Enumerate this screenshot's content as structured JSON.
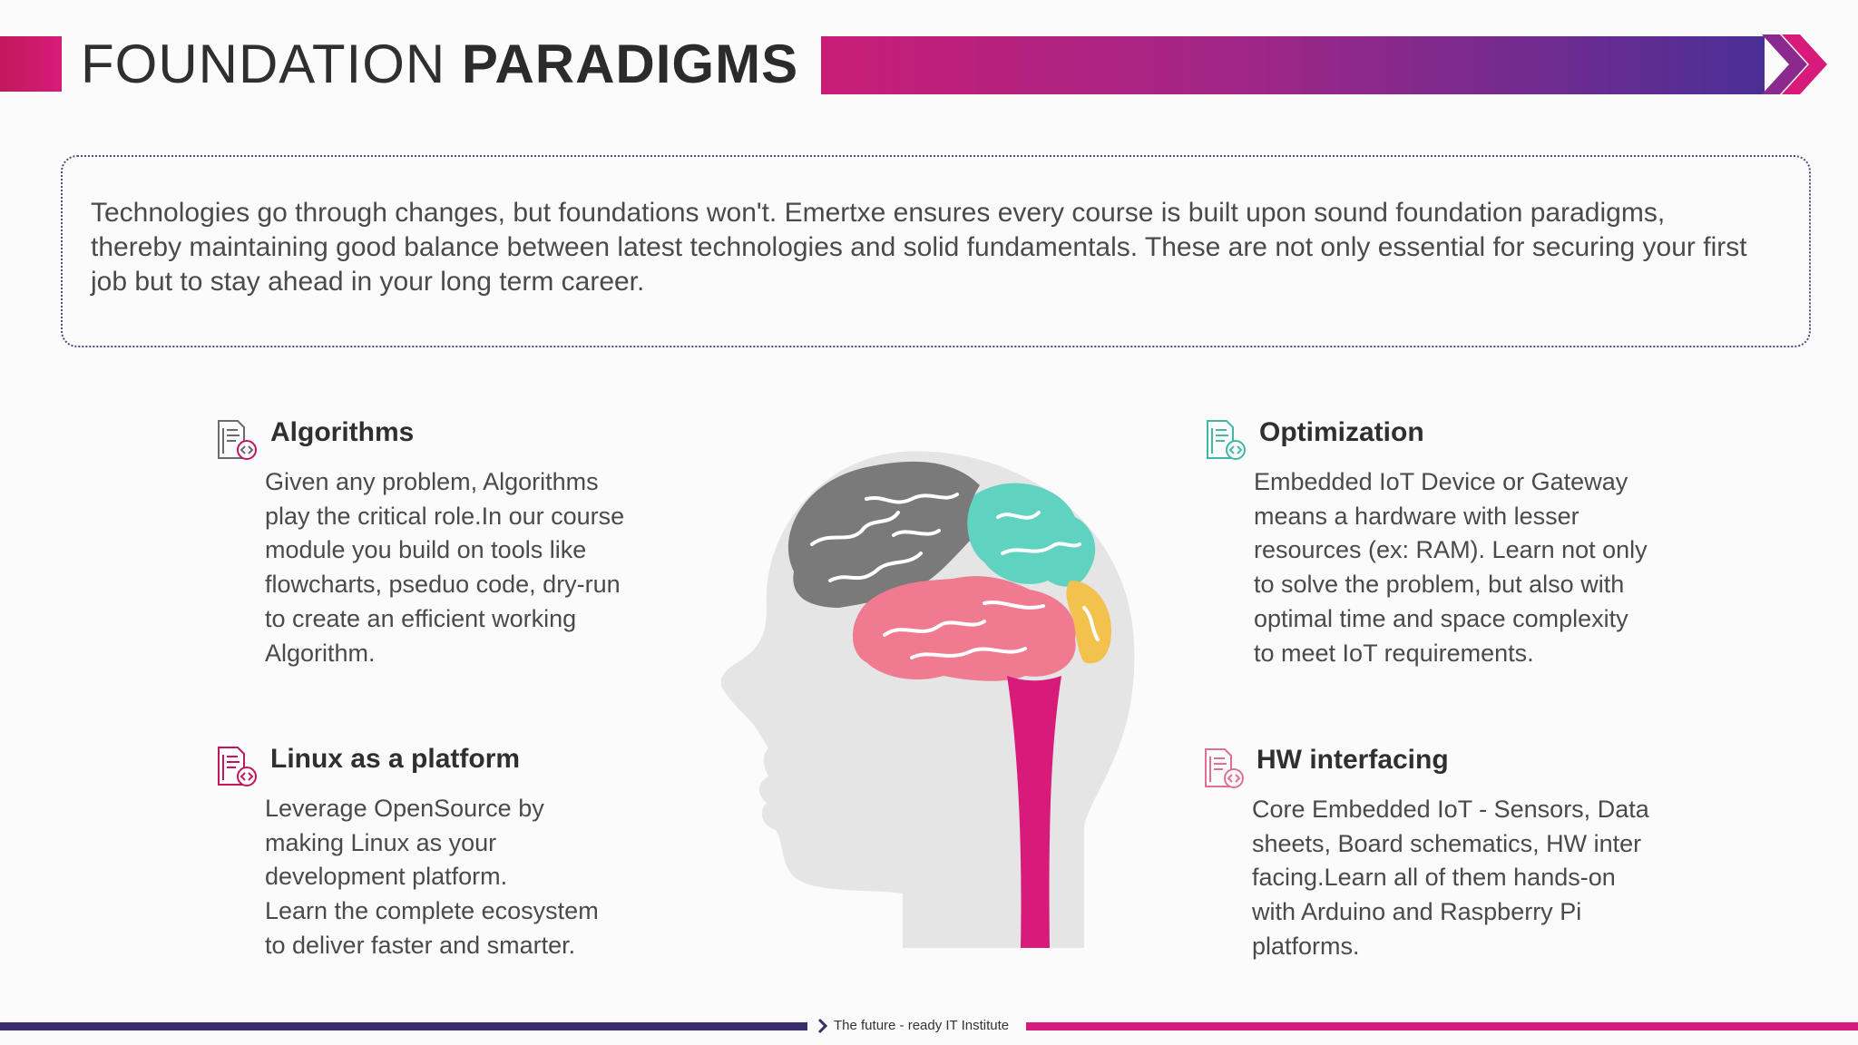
{
  "header": {
    "title_light": "FOUNDATION",
    "title_bold": "PARADIGMS"
  },
  "intro": {
    "text": "Technologies go through changes, but foundations won't. Emertxe ensures every course is built upon sound foundation paradigms, thereby maintaining good balance between latest technologies and solid fundamentals. These are not only essential for securing your first job but to stay ahead in your long term career."
  },
  "features": [
    {
      "icon": "code-document-icon",
      "title": "Algorithms",
      "body": "Given any problem, Algorithms\nplay the critical role.In our course\nmodule you build on tools like\nflowcharts, pseduo code, dry-run\nto create an efficient  working\nAlgorithm."
    },
    {
      "icon": "code-document-icon",
      "title": "Linux as a platform",
      "body": "Leverage OpenSource by\nmaking Linux as your\ndevelopment platform.\nLearn the complete ecosystem\nto deliver faster and smarter."
    },
    {
      "icon": "code-document-icon",
      "title": "Optimization",
      "body": "Embedded IoT Device or Gateway\nmeans a hardware with lesser\nresources (ex: RAM). Learn not only\nto solve the problem, but also with\noptimal time and space complexity\nto meet IoT requirements."
    },
    {
      "icon": "code-document-icon",
      "title": "HW interfacing",
      "body": "Core Embedded IoT - Sensors, Data\nsheets, Board schematics, HW inter\nfacing.Learn all of them hands-on\nwith Arduino and Raspberry Pi\nplatforms."
    }
  ],
  "footer": {
    "tagline": "The future - ready IT Institute"
  },
  "colors": {
    "magenta": "#d81b7a",
    "purple": "#4b2f96",
    "teal": "#5fd3c0",
    "icon_magenta": "#c2185b",
    "icon_teal": "#3fb8a8"
  }
}
